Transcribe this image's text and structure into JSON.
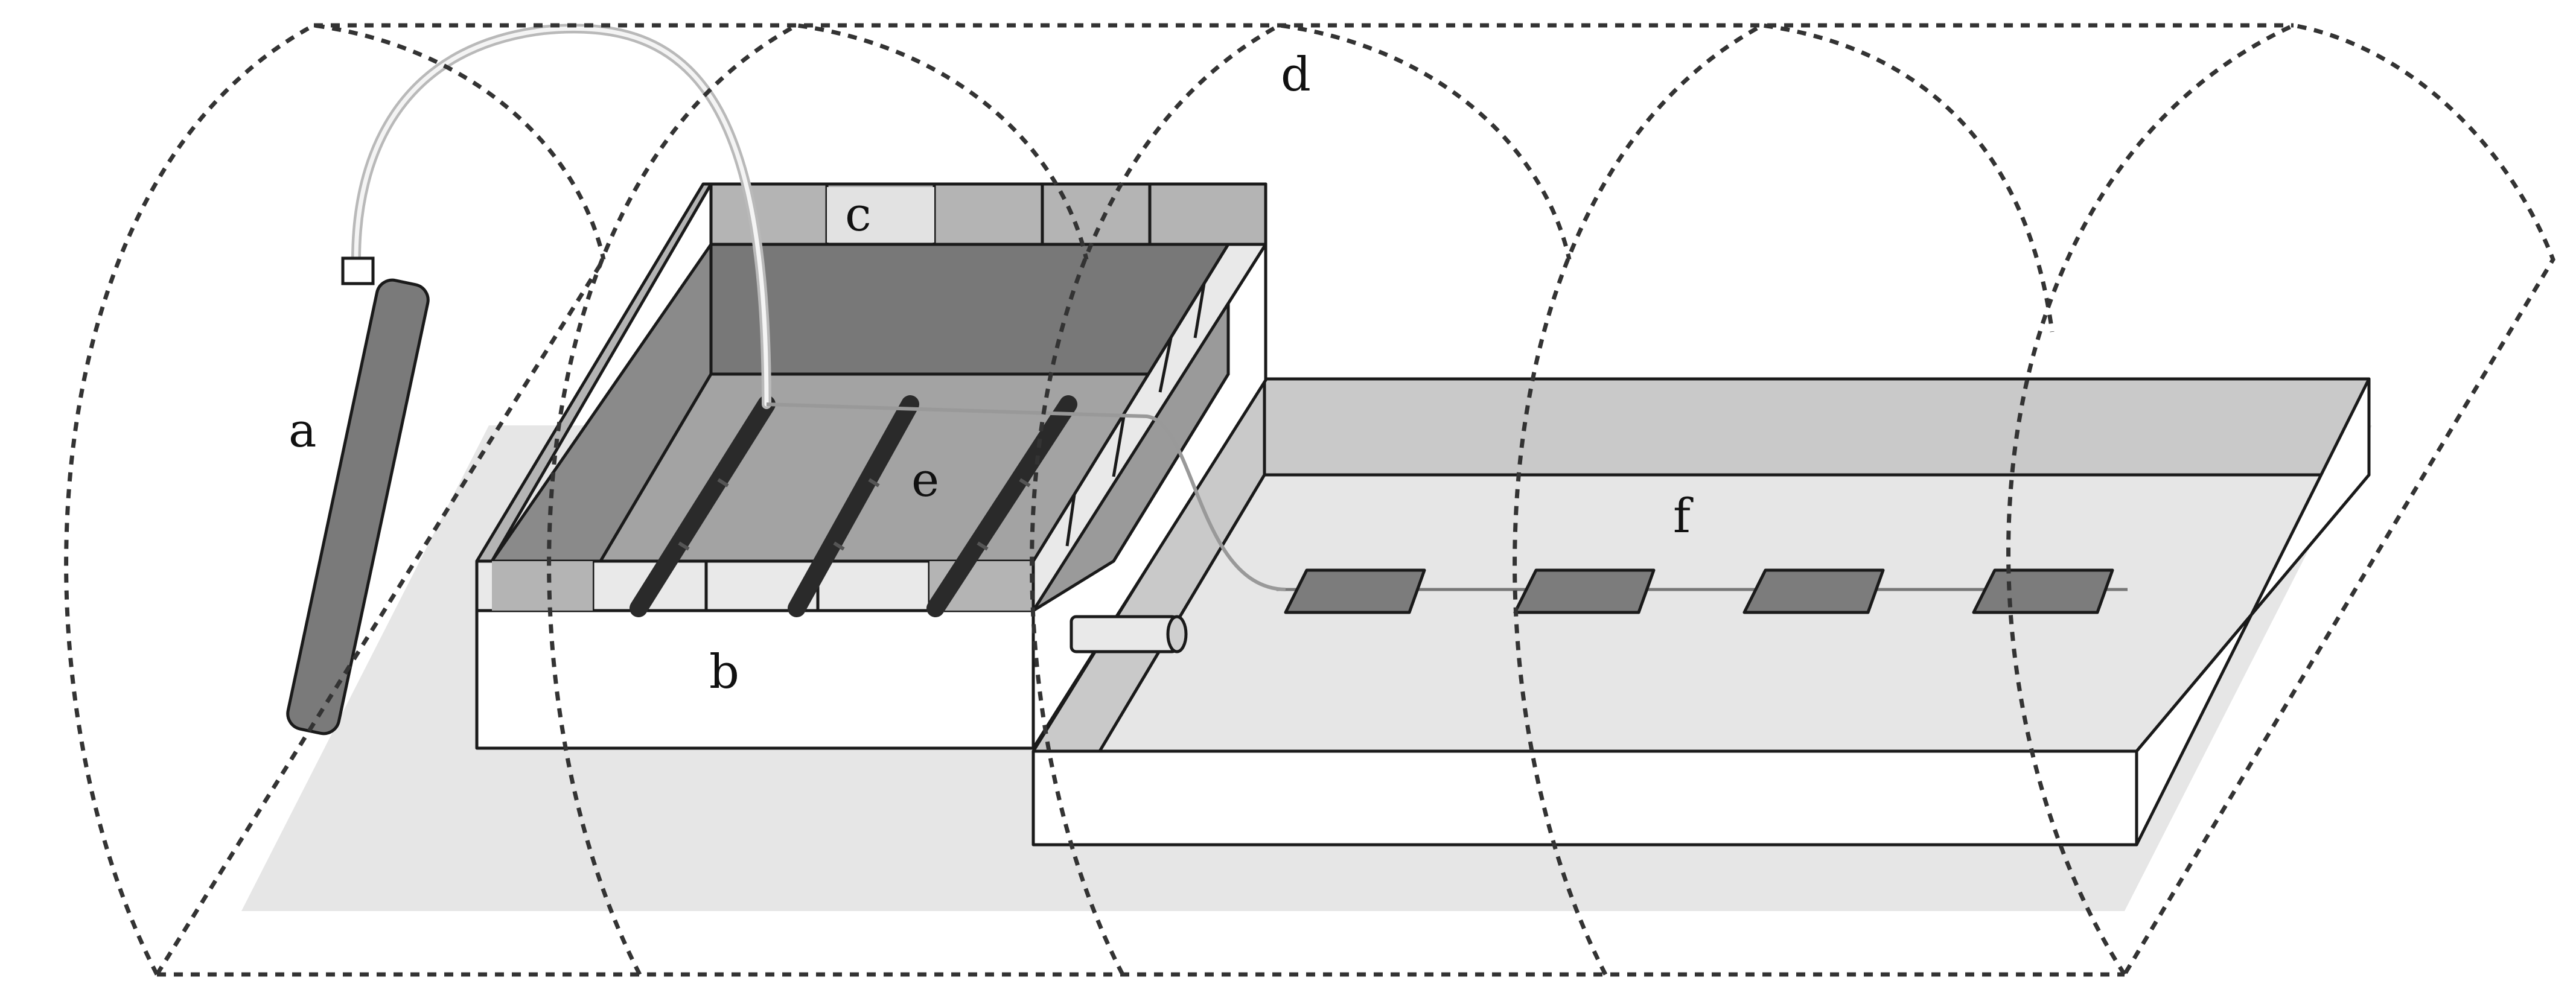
{
  "labels": {
    "a": "a",
    "b": "b",
    "c": "c",
    "d": "d",
    "e": "e",
    "f": "f"
  },
  "colors": {
    "ground": "#e6e6e6",
    "device": "#7a7a7a",
    "wall_dark": "#787878",
    "floor_dark": "#a3a3a3",
    "wall_light": "#b4b4b4",
    "panel_light": "#e9e9e9",
    "box_white": "#ffffff",
    "tray_wall": "#c9c9c9",
    "tray_floor": "#e6e6e6",
    "sample": "#7c7c7c",
    "tube": "#cfcfcf",
    "stroke": "#1a1a1a",
    "dash": "#333333"
  },
  "icons": {
    "a": "cylinder-device-icon",
    "tube": "tube-icon",
    "outlet": "pipe-outlet-icon"
  }
}
